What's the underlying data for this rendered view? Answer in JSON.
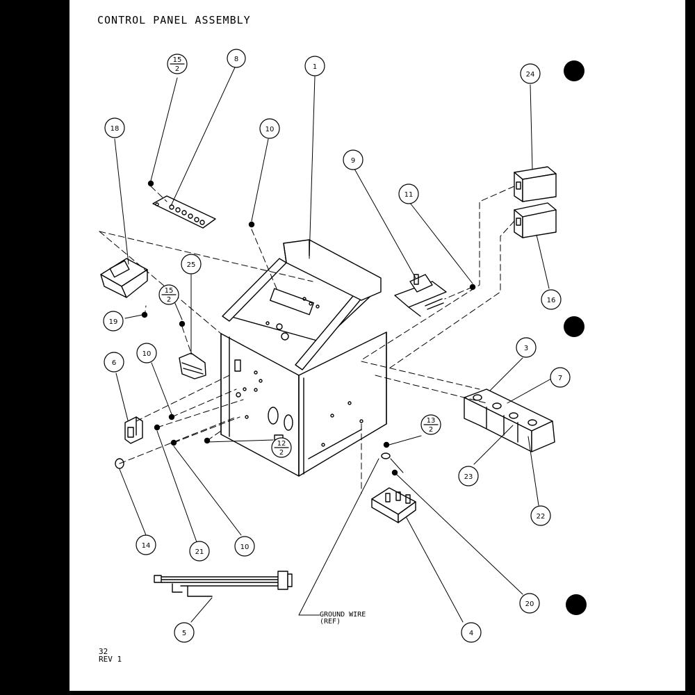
{
  "diagram": {
    "title": "CONTROL PANEL ASSEMBLY",
    "page_number": "32",
    "revision": "REV 1",
    "ground_wire_label": "GROUND WIRE",
    "ground_wire_ref": "(REF)",
    "callouts": [
      {
        "id": "c-15-2-top",
        "num": "15",
        "den": "2"
      },
      {
        "id": "c-8",
        "num": "8"
      },
      {
        "id": "c-1",
        "num": "1"
      },
      {
        "id": "c-24",
        "num": "24"
      },
      {
        "id": "c-18",
        "num": "18"
      },
      {
        "id": "c-10-top",
        "num": "10"
      },
      {
        "id": "c-9",
        "num": "9"
      },
      {
        "id": "c-11",
        "num": "11"
      },
      {
        "id": "c-25",
        "num": "25"
      },
      {
        "id": "c-15-2-mid",
        "num": "15",
        "den": "2"
      },
      {
        "id": "c-16",
        "num": "16"
      },
      {
        "id": "c-19",
        "num": "19"
      },
      {
        "id": "c-6",
        "num": "6"
      },
      {
        "id": "c-10-left",
        "num": "10"
      },
      {
        "id": "c-3",
        "num": "3"
      },
      {
        "id": "c-7",
        "num": "7"
      },
      {
        "id": "c-13-2",
        "num": "13",
        "den": "2"
      },
      {
        "id": "c-23",
        "num": "23"
      },
      {
        "id": "c-22",
        "num": "22"
      },
      {
        "id": "c-12-2",
        "num": "12",
        "den": "2"
      },
      {
        "id": "c-14",
        "num": "14"
      },
      {
        "id": "c-21",
        "num": "21"
      },
      {
        "id": "c-10-bottom",
        "num": "10"
      },
      {
        "id": "c-20",
        "num": "20"
      },
      {
        "id": "c-5",
        "num": "5"
      },
      {
        "id": "c-4",
        "num": "4"
      }
    ]
  }
}
